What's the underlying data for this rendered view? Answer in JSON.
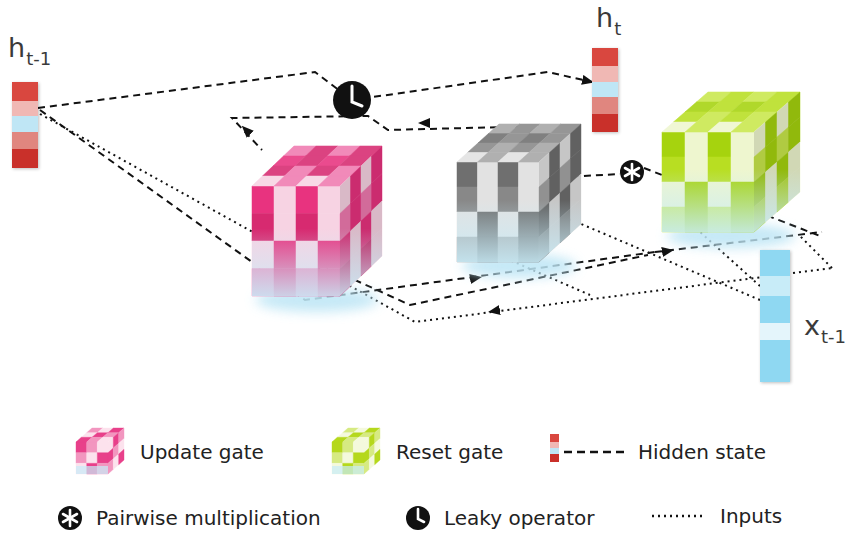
{
  "diagram": {
    "nodes": [
      {
        "text": [
          "h",
          "t-1"
        ]
      },
      {
        "text": [
          "h",
          "t"
        ]
      },
      {
        "text": [
          "x",
          "t-1"
        ]
      }
    ],
    "edges": [
      {
        "from": 0,
        "to": 1,
        "arrow": "to"
      }
    ],
    "legend": [
      {
        "text": "Update gate",
        "color": "#e8408a"
      },
      {
        "text": "Reset gate",
        "color": "#b5d81c"
      },
      {
        "text": "Hidden state"
      },
      {
        "text": "Pairwise multiplication"
      },
      {
        "text": "Leaky operator"
      },
      {
        "text": "Inputs"
      }
    ]
  }
}
